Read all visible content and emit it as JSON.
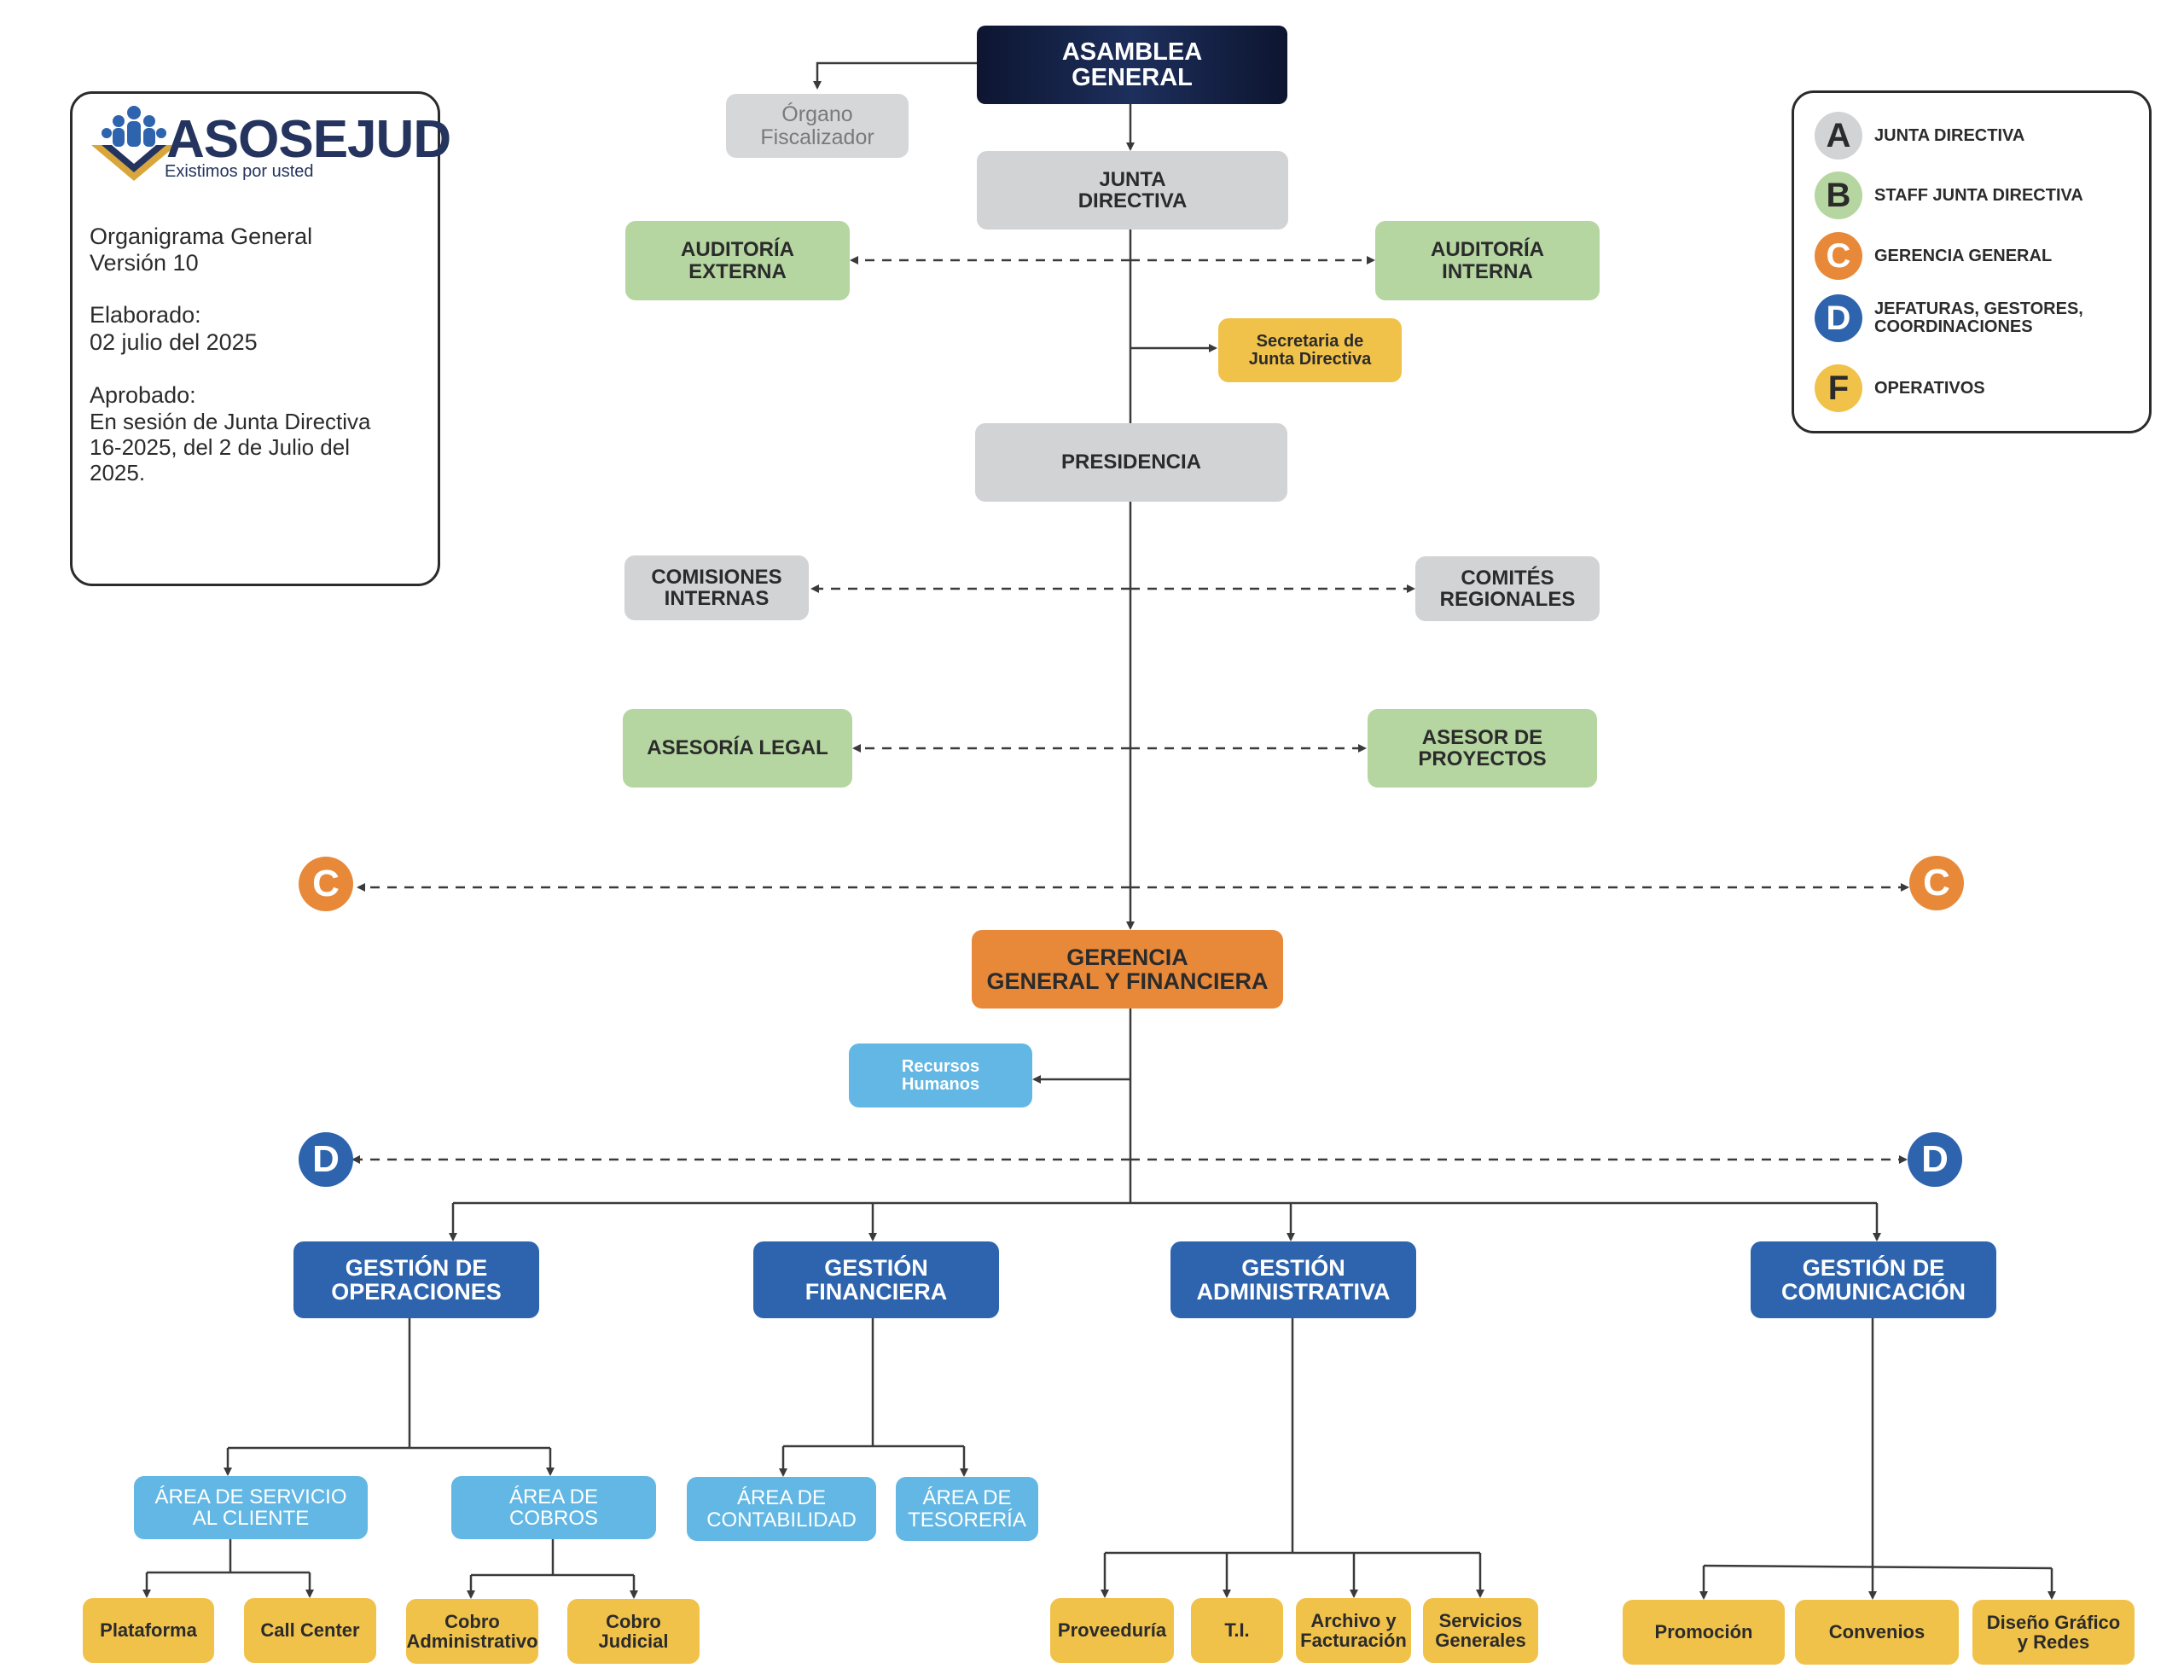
{
  "info": {
    "logo_name": "ASOSEJUD",
    "logo_tagline": "Existimos por usted",
    "doc_title": "Organigrama General\nVersión 10",
    "elaborado_label": "Elaborado:",
    "elaborado_value": "02 julio del 2025",
    "aprobado_label": "Aprobado:",
    "aprobado_value": "En sesión de Junta Directiva\n16-2025, del 2 de Julio del\n2025."
  },
  "legend": [
    {
      "letter": "A",
      "label": "JUNTA DIRECTIVA",
      "color": "#d2d3d5"
    },
    {
      "letter": "B",
      "label": "STAFF JUNTA DIRECTIVA",
      "color": "#b5d6a0"
    },
    {
      "letter": "C",
      "label": "GERENCIA GENERAL",
      "color": "#e8893a"
    },
    {
      "letter": "D",
      "label": "JEFATURAS, GESTORES,\nCOORDINACIONES",
      "color": "#2e64ae"
    },
    {
      "letter": "F",
      "label": "OPERATIVOS",
      "color": "#f1c24a"
    }
  ],
  "markers": {
    "c": "C",
    "d": "D"
  },
  "nodes": {
    "asamblea": "ASAMBLEA\nGENERAL",
    "organo": "Órgano\nFiscalizador",
    "junta": "JUNTA\nDIRECTIVA",
    "auditoria_externa": "AUDITORÍA\nEXTERNA",
    "auditoria_interna": "AUDITORÍA\nINTERNA",
    "secretaria": "Secretaria de\nJunta Directiva",
    "presidencia": "PRESIDENCIA",
    "comisiones": "COMISIONES\nINTERNAS",
    "comites": "COMITÉS\nREGIONALES",
    "asesoria_legal": "ASESORÍA LEGAL",
    "asesor_proyectos": "ASESOR DE\nPROYECTOS",
    "gerencia": "GERENCIA\nGENERAL Y FINANCIERA",
    "rrhh": "Recursos\nHumanos",
    "gestion_operaciones": "GESTIÓN DE\nOPERACIONES",
    "gestion_financiera": "GESTIÓN\nFINANCIERA",
    "gestion_administrativa": "GESTIÓN\nADMINISTRATIVA",
    "gestion_comunicacion": "GESTIÓN DE\nCOMUNICACIÓN",
    "area_servicio": "ÁREA DE SERVICIO\nAL CLIENTE",
    "area_cobros": "ÁREA DE\nCOBROS",
    "area_contabilidad": "ÁREA DE\nCONTABILIDAD",
    "area_tesoreria": "ÁREA DE\nTESORERÍA",
    "plataforma": "Plataforma",
    "call_center": "Call Center",
    "cobro_admin": "Cobro\nAdministrativo",
    "cobro_judicial": "Cobro\nJudicial",
    "proveeduria": "Proveeduría",
    "ti": "T.I.",
    "archivo": "Archivo y\nFacturación",
    "servicios": "Servicios\nGenerales",
    "promocion": "Promoción",
    "convenios": "Convenios",
    "diseno": "Diseño Gráfico\ny Redes"
  }
}
